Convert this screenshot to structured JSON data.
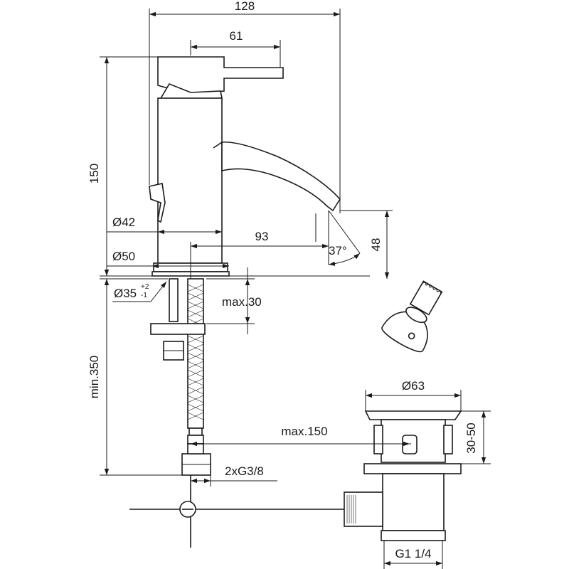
{
  "dimensions": {
    "overall_width": "128",
    "lever_reach": "61",
    "height": "150",
    "body_diameter": "Ø42",
    "spout_reach": "93",
    "spout_angle": "37°",
    "spout_height": "48",
    "base_diameter": "Ø50",
    "hole_diameter": "Ø35",
    "hole_tol_plus": "+2",
    "hole_tol_minus": "-1",
    "deck_thickness": "max.30",
    "supply_length": "min.350",
    "waste_diameter": "Ø63",
    "pop_up_distance": "max.150",
    "waste_range": "30-50",
    "supply_connection": "2xG3/8",
    "waste_thread": "G1 1/4"
  },
  "colors": {
    "line": "#1a1a1a",
    "background": "#ffffff"
  }
}
